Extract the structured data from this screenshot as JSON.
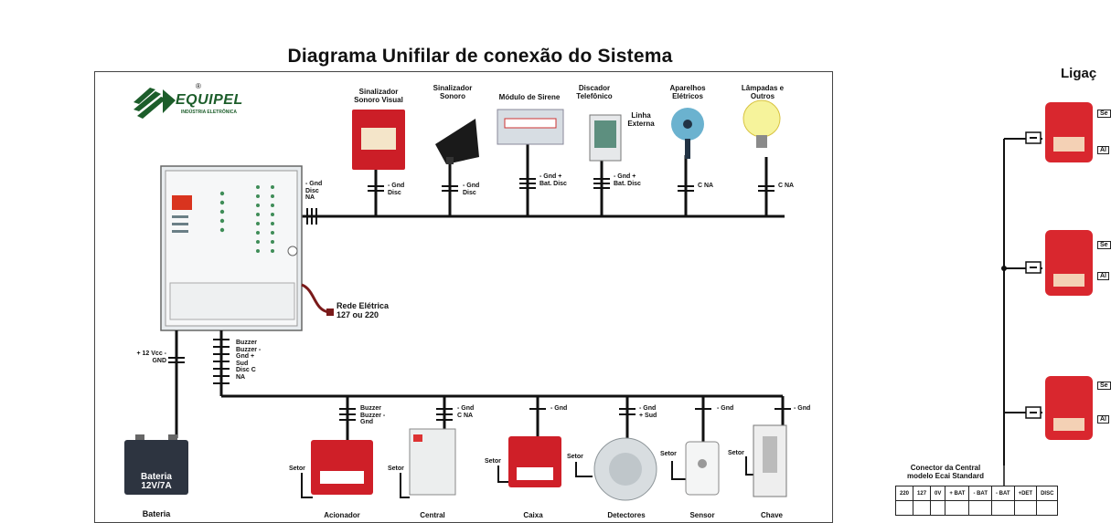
{
  "diagram": {
    "title": "Diagrama Unifilar de conexão do Sistema",
    "logo": {
      "brand": "EQUIPEL",
      "subtitle": "INDÚSTRIA ELETRÔNICA",
      "registered": "®"
    },
    "top_devices": [
      {
        "label": "Sinalizador Sonoro Visual",
        "terms": "- Gnd Disc"
      },
      {
        "label": "Sinalizador Sonoro",
        "terms": "- Gnd Disc"
      },
      {
        "label": "Módulo de Sirene",
        "terms": "- Gnd + Bat. Disc"
      },
      {
        "label": "Discador Telefônico",
        "terms": "- Gnd + Bat. Disc",
        "extra": "Linha Externa"
      },
      {
        "label": "Aparelhos Elétricos",
        "terms": "C NA"
      },
      {
        "label": "Lâmpadas e Outros",
        "terms": "C NA"
      }
    ],
    "panel_top_terms": "- Gnd Disc NA",
    "power": {
      "label": "Rede Elétrica",
      "sub": "127 ou 220"
    },
    "battery_terms": "+ 12 Vcc - GND",
    "battery": {
      "line1": "Bateria",
      "line2": "12V/7A",
      "label": "Bateria"
    },
    "bus_terms": "Buzzer Buzzer - Gnd + Sud Disc C NA",
    "bottom_devices": [
      {
        "label": "Acionador",
        "terms": "Buzzer Buzzer - Gnd",
        "setor": "Setor"
      },
      {
        "label": "Central",
        "terms": "- Gnd C NA",
        "setor": "Setor"
      },
      {
        "label": "Caixa",
        "terms": "- Gnd",
        "setor": "Setor"
      },
      {
        "label": "Detectores",
        "terms": "- Gnd + Sud",
        "setor": "Setor"
      },
      {
        "label": "Sensor",
        "terms": "- Gnd",
        "setor": "Setor"
      },
      {
        "label": "Chave",
        "terms": "- Gnd",
        "setor": "Setor"
      }
    ],
    "right_panel": {
      "title": "Ligaç",
      "connector_title": "Conector da Central modelo Ecai Standard",
      "connector_cells": [
        "220",
        "127",
        "0V",
        "+ BAT",
        "- BAT",
        "- BAT",
        "+DET",
        "DISC"
      ],
      "box_labels": [
        "Se",
        "Al"
      ]
    }
  }
}
